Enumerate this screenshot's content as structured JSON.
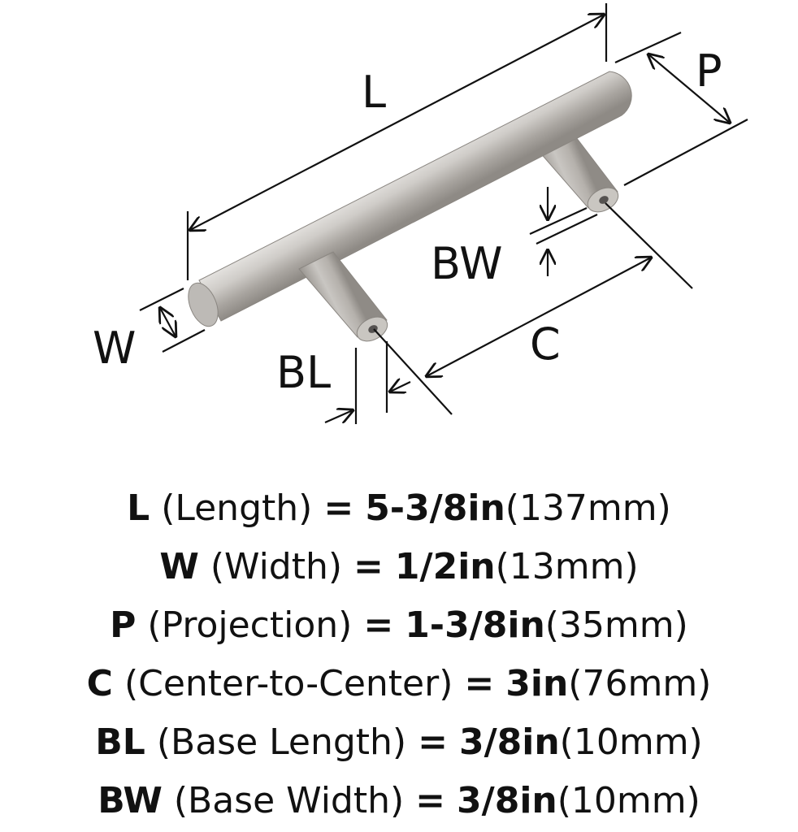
{
  "diagram": {
    "labels": {
      "L": "L",
      "P": "P",
      "BW": "BW",
      "W": "W",
      "C": "C",
      "BL": "BL"
    }
  },
  "specs": [
    {
      "key": "L",
      "name": "(Length)",
      "eq": "=",
      "imperial": "5-3/8in",
      "metric": "(137mm)"
    },
    {
      "key": "W",
      "name": "(Width)",
      "eq": "=",
      "imperial": "1/2in",
      "metric": "(13mm)"
    },
    {
      "key": "P",
      "name": "(Projection)",
      "eq": "=",
      "imperial": "1-3/8in",
      "metric": "(35mm)"
    },
    {
      "key": "C",
      "name": "(Center-to-Center)",
      "eq": "=",
      "imperial": "3in",
      "metric": "(76mm)"
    },
    {
      "key": "BL",
      "name": "(Base Length)",
      "eq": "=",
      "imperial": "3/8in",
      "metric": "(10mm)"
    },
    {
      "key": "BW",
      "name": "(Base Width)",
      "eq": "=",
      "imperial": "3/8in",
      "metric": "(10mm)"
    }
  ]
}
